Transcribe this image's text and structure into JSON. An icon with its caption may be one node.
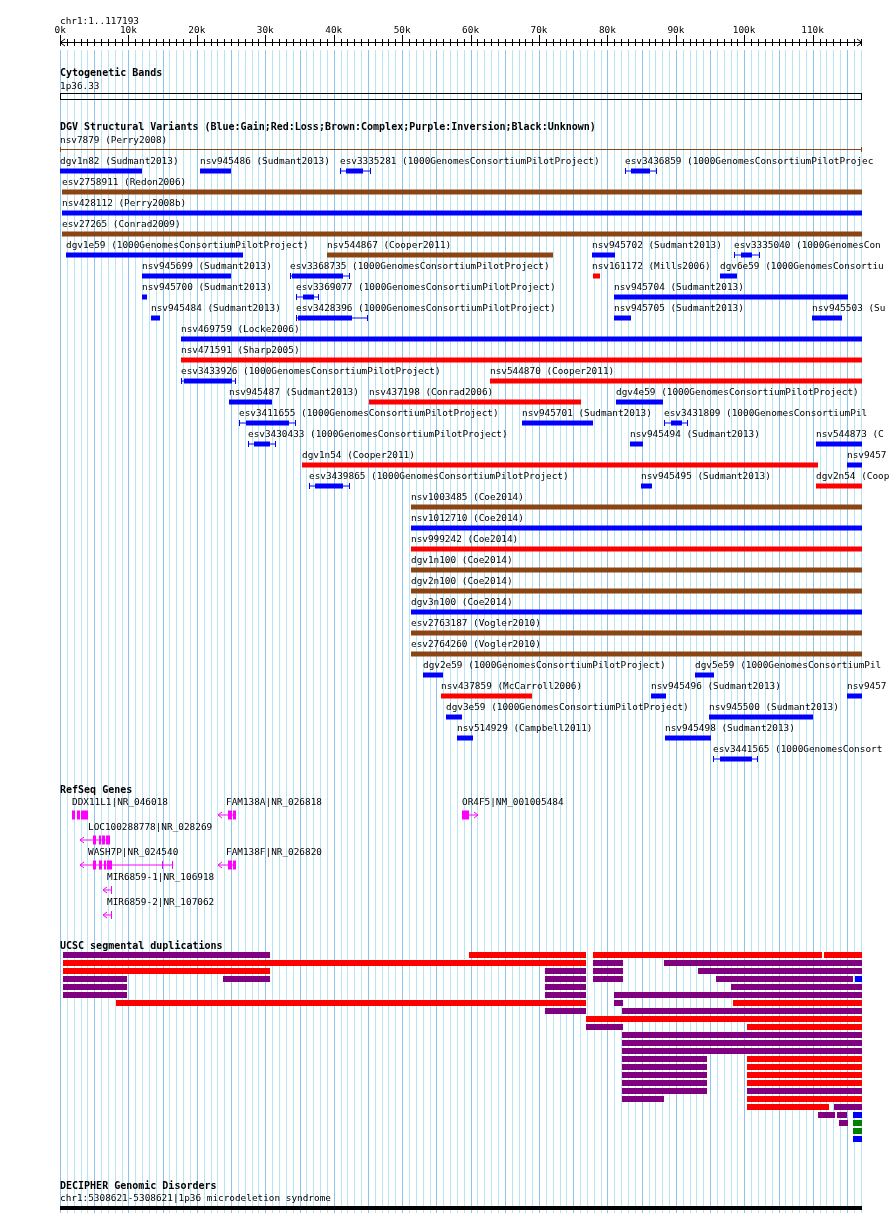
{
  "diagram": {
    "labels": [
      "chr1:1..117193",
      "0k",
      "10k",
      "20k",
      "30k",
      "40k",
      "50k",
      "60k",
      "70k",
      "80k",
      "90k",
      "100k",
      "110k",
      "Cytogenetic Bands",
      "1p36.33",
      "DGV Structural Variants (Blue:Gain;Red:Loss;Brown:Complex;Purple:Inversion;Black:Unknown)",
      "nsv7879 (Perry2008)",
      "dgv1n82 (Sudmant2013)",
      "nsv945486 (Sudmant2013)",
      "esv3335281 (1000GenomesConsortiumPilotProject)",
      "esv3436859 (1000GenomesConsortiumPilotProjec",
      "esv2758911 (Redon2006)",
      "nsv428112 (Perry2008b)",
      "esv27265 (Conrad2009)",
      "dgv1e59 (1000GenomesConsortiumPilotProject)",
      "nsv544867 (Cooper2011)",
      "nsv945702 (Sudmant2013)",
      "esv3335040 (1000GenomesCon",
      "nsv945699 (Sudmant2013)",
      "esv3368735 (1000GenomesConsortiumPilotProject)",
      "nsv161172 (Mills2006)",
      "dgv6e59 (1000GenomesConsortiu",
      "nsv945700 (Sudmant2013)",
      "esv3369077 (1000GenomesConsortiumPilotProject)",
      "nsv945704 (Sudmant2013)",
      "nsv945484 (Sudmant2013)",
      "esv3428396 (1000GenomesConsortiumPilotProject)",
      "nsv945705 (Sudmant2013)",
      "nsv945503 (Su",
      "nsv469759 (Locke2006)",
      "nsv471591 (Sharp2005)",
      "esv3433926 (1000GenomesConsortiumPilotProject)",
      "nsv544870 (Cooper2011)",
      "nsv945487 (Sudmant2013)",
      "nsv437198 (Conrad2006)",
      "dgv4e59 (1000GenomesConsortiumPilotProject)",
      "esv3411655 (1000GenomesConsortiumPilotProject)",
      "nsv945701 (Sudmant2013)",
      "esv3431809 (1000GenomesConsortiumPil",
      "esv3430433 (1000GenomesConsortiumPilotProject)",
      "nsv945494 (Sudmant2013)",
      "nsv544873 (C",
      "dgv1n54 (Cooper2011)",
      "nsv9457",
      "esv3439865 (1000GenomesConsortiumPilotProject)",
      "nsv945495 (Sudmant2013)",
      "dgv2n54 (Coop",
      "nsv1003485 (Coe2014)",
      "nsv1012710 (Coe2014)",
      "nsv999242 (Coe2014)",
      "dgv1n100 (Coe2014)",
      "dgv2n100 (Coe2014)",
      "dgv3n100 (Coe2014)",
      "esv2763187 (Vogler2010)",
      "esv2764260 (Vogler2010)",
      "dgv2e59 (1000GenomesConsortiumPilotProject)",
      "dgv5e59 (1000GenomesConsortiumPil",
      "nsv437859 (McCarroll2006)",
      "nsv945496 (Sudmant2013)",
      "nsv9457",
      "dgv3e59 (1000GenomesConsortiumPilotProject)",
      "nsv945500 (Sudmant2013)",
      "nsv514929 (Campbell2011)",
      "nsv945498 (Sudmant2013)",
      "esv3441565 (1000GenomesConsort",
      "RefSeq Genes",
      "DDX11L1|NR_046018",
      "FAM138A|NR_026818",
      "OR4F5|NM_001005484",
      "LOC100288778|NR_028269",
      "WASH7P|NR_024540",
      "FAM138F|NR_026820",
      "MIR6859-1|NR_106918",
      "MIR6859-2|NR_107062",
      "UCSC segmental duplications",
      "DECIPHER Genomic Disorders",
      "chr1:5308621-5308621|1p36 microdeletion syndrome"
    ]
  }
}
